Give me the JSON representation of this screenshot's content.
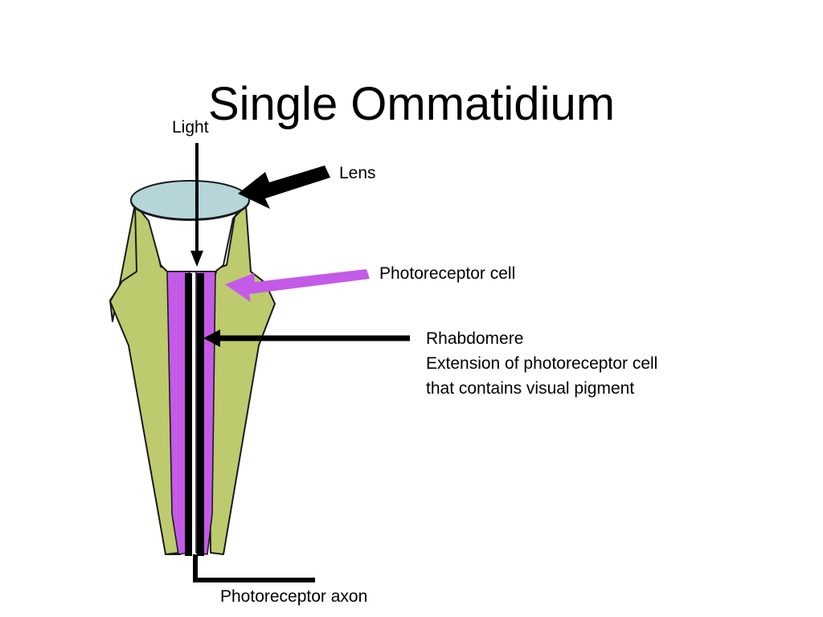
{
  "slide": {
    "title": "Single Ommatidium",
    "background_color": "#ffffff",
    "text_color": "#000000"
  },
  "labels": {
    "light": "Light",
    "lens": "Lens",
    "photoreceptor_cell": "Photoreceptor cell",
    "photoreceptor_axon": "Photoreceptor axon",
    "rhabdomere_title": "Rhabdomere",
    "rhabdomere_line2": "Extension of photoreceptor cell",
    "rhabdomere_line3": "that contains visual pigment"
  },
  "colors": {
    "lens_fill": "#b5d5d9",
    "cone_fill": "#ffffff",
    "pigment_cell_fill": "#bdcb6e",
    "photoreceptor_fill": "#c45ae8",
    "rhabdomere_fill": "#000000",
    "outline": "#1a1a1a",
    "photoreceptor_arrow": "#c45ae8",
    "black_arrow": "#000000"
  },
  "arrows": {
    "light_arrow": "vertical-down-arrow",
    "lens_arrow": "thick-left-down-arrow",
    "photoreceptor_arrow": "purple-left-arrow",
    "rhabdomere_arrow": "black-left-arrow",
    "axon_leader": "elbow-leader-line"
  }
}
